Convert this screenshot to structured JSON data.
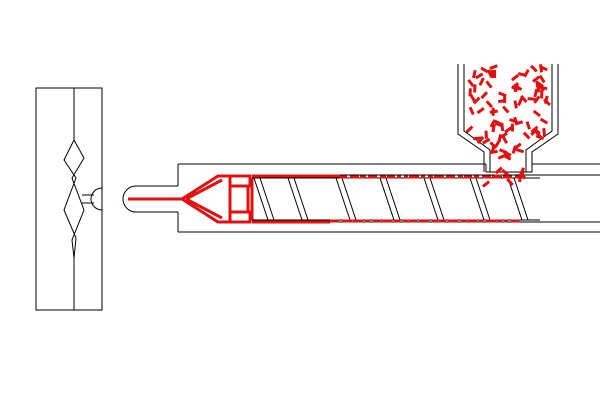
{
  "diagram": {
    "subject": "injection-molding-machine",
    "labels": [],
    "colors": {
      "outline": "#000000",
      "plastic": "#e01010",
      "background": "#ffffff"
    },
    "components": [
      {
        "id": "mold",
        "name": "mold"
      },
      {
        "id": "nozzle",
        "name": "nozzle"
      },
      {
        "id": "barrel",
        "name": "barrel"
      },
      {
        "id": "screw",
        "name": "screw"
      },
      {
        "id": "hopper",
        "name": "hopper"
      },
      {
        "id": "pellets",
        "name": "plastic-pellets"
      }
    ]
  }
}
